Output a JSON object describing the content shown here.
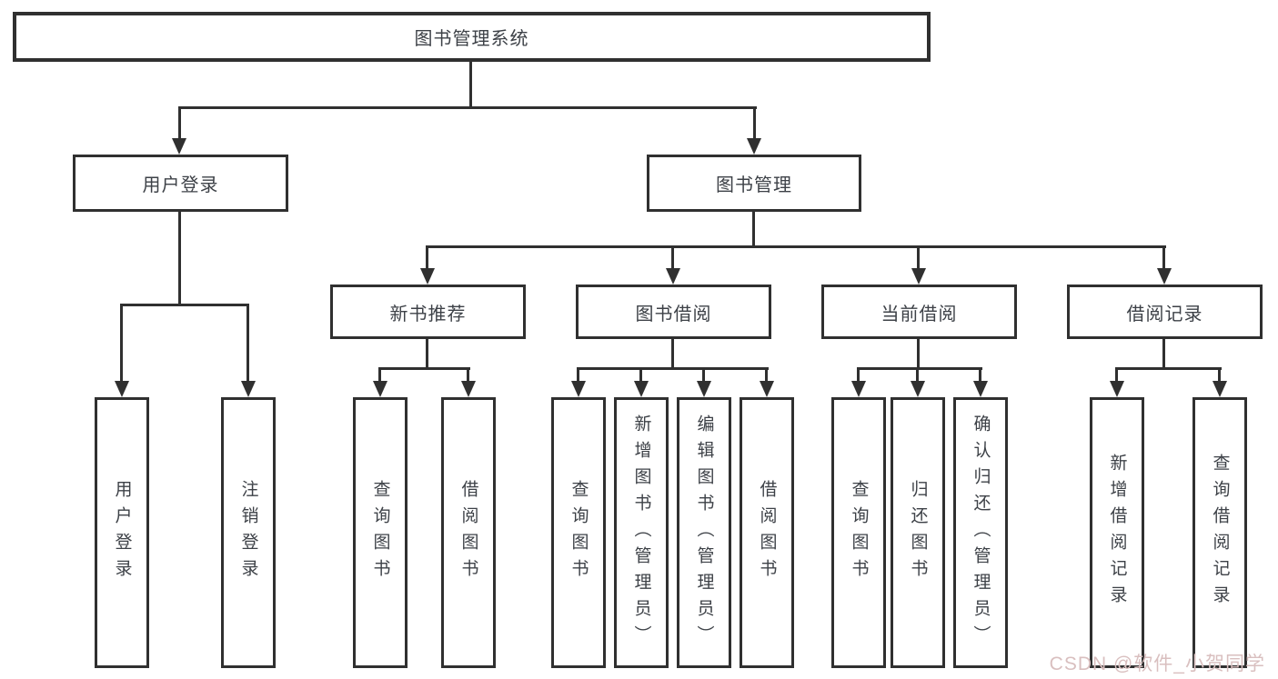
{
  "diagram": {
    "root": {
      "label": "图书管理系统"
    },
    "branches": {
      "user_login": {
        "label": "用户登录",
        "children": {
          "login": {
            "label": "用户登录"
          },
          "logout": {
            "label": "注销登录"
          }
        }
      },
      "book_management": {
        "label": "图书管理",
        "children": {
          "new_book_recommend": {
            "label": "新书推荐",
            "children": {
              "query_books": {
                "label": "查询图书"
              },
              "borrow_books": {
                "label": "借阅图书"
              }
            }
          },
          "book_borrow": {
            "label": "图书借阅",
            "children": {
              "query_books": {
                "label": "查询图书"
              },
              "add_books_admin": {
                "label": "新增图书（管理员）"
              },
              "edit_books_admin": {
                "label": "编辑图书（管理员）"
              },
              "borrow_books": {
                "label": "借阅图书"
              }
            }
          },
          "current_borrow": {
            "label": "当前借阅",
            "children": {
              "query_books": {
                "label": "查询图书"
              },
              "return_books": {
                "label": "归还图书"
              },
              "confirm_return_admin": {
                "label": "确认归还（管理员）"
              }
            }
          },
          "borrow_records": {
            "label": "借阅记录",
            "children": {
              "add_record": {
                "label": "新增借阅记录"
              },
              "query_record": {
                "label": "查询借阅记录"
              }
            }
          }
        }
      }
    },
    "watermark": {
      "text": "CSDN @软件_小贺同学",
      "color": "#d9bfbf"
    },
    "colors": {
      "line": "#303030",
      "border": "#303030",
      "text": "#3d4147",
      "background": "#ffffff"
    }
  }
}
